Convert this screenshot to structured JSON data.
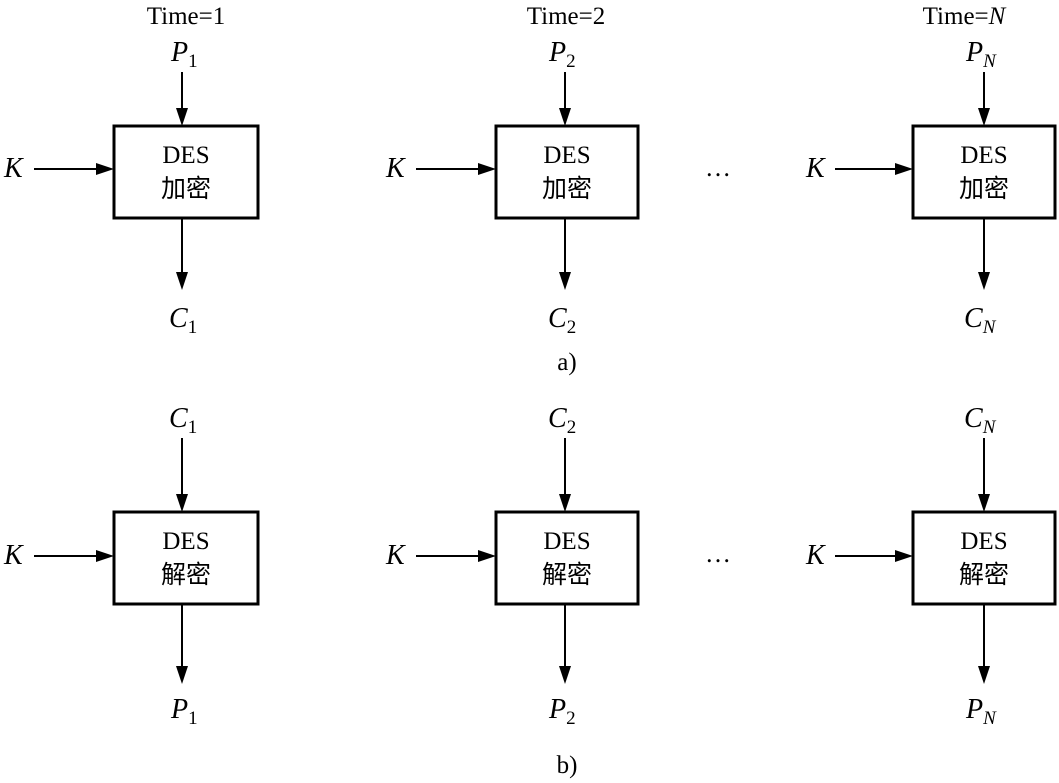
{
  "time_labels": [
    {
      "prefix": "Time=",
      "value": "1",
      "value_italic": false
    },
    {
      "prefix": "Time=",
      "value": "2",
      "value_italic": false
    },
    {
      "prefix": "Time=",
      "value": "N",
      "value_italic": true
    }
  ],
  "encryption": {
    "caption": "a)",
    "key_symbol": "K",
    "box_title": "DES",
    "box_operation": "加密",
    "input_symbol": "P",
    "output_symbol": "C",
    "subscripts": [
      "1",
      "2",
      "N"
    ],
    "ellipsis": "…"
  },
  "decryption": {
    "caption": "b)",
    "key_symbol": "K",
    "box_title": "DES",
    "box_operation": "解密",
    "input_symbol": "C",
    "output_symbol": "P",
    "subscripts": [
      "1",
      "2",
      "N"
    ],
    "ellipsis": "…"
  }
}
